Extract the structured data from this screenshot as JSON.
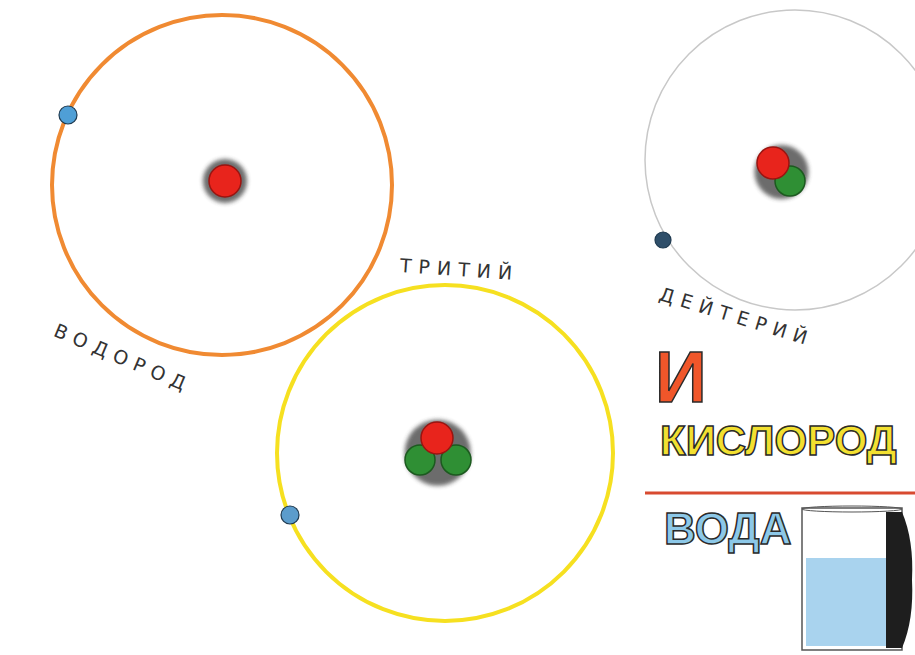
{
  "diagram": {
    "nodes": [
      {
        "text": [
          "ВОДОРОД"
        ]
      },
      {
        "text": [
          "ДЕЙТЕРИЙ"
        ]
      },
      {
        "text": [
          "ТРИТИЙ"
        ]
      }
    ],
    "labels": [
      "И",
      "КИСЛОРОД",
      "ВОДА"
    ]
  }
}
